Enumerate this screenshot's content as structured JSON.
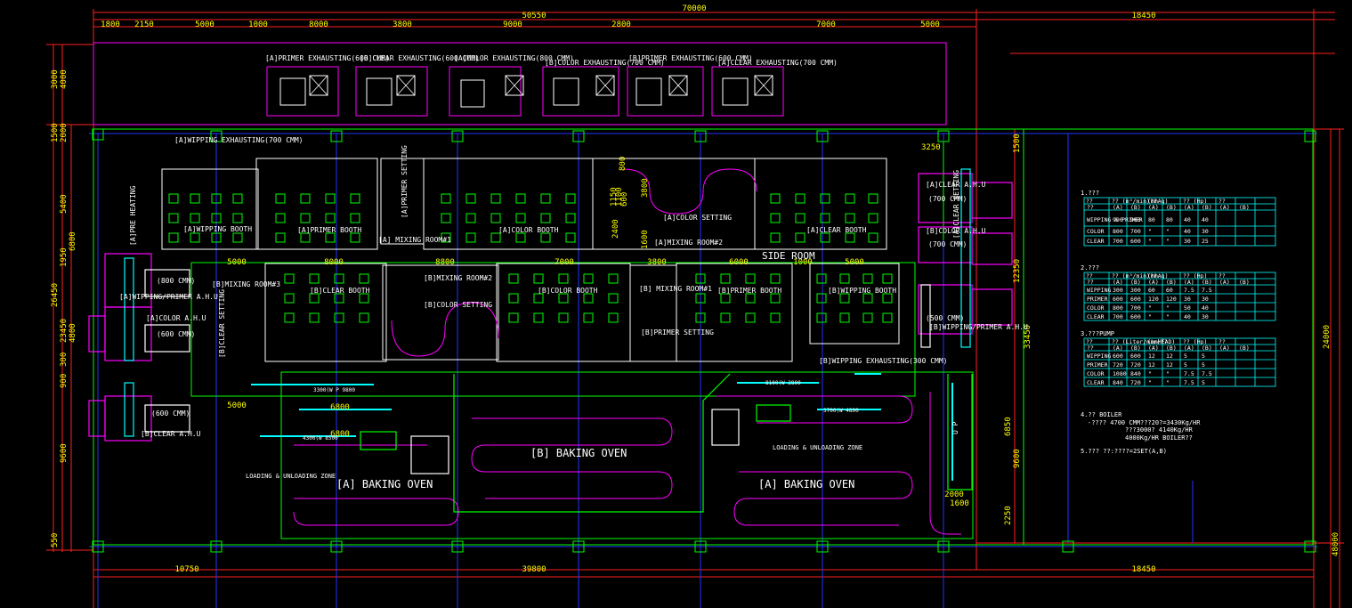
{
  "drawing": {
    "background": "#000000",
    "colors": {
      "red": "#ff2020",
      "yellow": "#ffff00",
      "green": "#00ff00",
      "white": "#ffffff",
      "magenta": "#ff00ff",
      "cyan": "#00ffff",
      "blue": "#2233ff"
    },
    "dims_top_total": "70000",
    "dims_top_sub": "50550",
    "dims_top_right": "18450",
    "dims_top_chain": [
      "1800",
      "2150",
      "5000",
      "1000",
      "8000",
      "3800",
      "9000",
      "2800",
      "7000",
      "5000"
    ],
    "dims_bottom_chain": [
      "10750",
      "39800",
      "18450"
    ],
    "dims_left": [
      "3000",
      "4000",
      "1500",
      "2000",
      "5400",
      "6800",
      "1950",
      "26450",
      "23450",
      "4800",
      "300",
      "900",
      "9600",
      "550"
    ],
    "dims_right": [
      "1500",
      "3250",
      "12350",
      "33450",
      "9600",
      "6850",
      "2250",
      "24000",
      "48000"
    ],
    "dims_interior": [
      "5000",
      "8000",
      "8800",
      "7000",
      "3800",
      "6000",
      "5000",
      "1000",
      "5000",
      "6800",
      "6800",
      "1600",
      "2000",
      "800",
      "1600",
      "1150",
      "1100",
      "600",
      "3800",
      "2400"
    ],
    "exhaust_labels": [
      "[A]PRIMER EXHAUSTING(600 CMM)",
      "[B]CLEAR EXHAUSTING(600 CMM)",
      "[A]COLOR EXHAUSTING(800 CMM)",
      "[B]COLOR EXHAUSTING(700 CMM)",
      "[B]PRIMER EXHAUSTING(600 CMM)",
      "[A]CLEAR EXHAUSTING(700 CMM)"
    ],
    "wiping_exhaust_a": "[A]WIPPING EXHAUSTING(700 CMM)",
    "wiping_exhaust_b": "[B]WIPPING EXHAUSTING(300 CMM)",
    "room_labels": {
      "pre_heating": "[A]PRE HEATING",
      "a_wiping_booth": "[A]WIPPING BOOTH",
      "a_primer_booth": "[A]PRIMER BOOTH",
      "a_primer_setting": "[A]PRIMER SETTING",
      "a_mixing_room1": "[A] MIXING ROOM#1",
      "a_color_booth": "[A]COLOR BOOTH",
      "a_color_setting": "[A]COLOR SETTING",
      "a_mixing_room2": "[A]MIXING ROOM#2",
      "a_clear_booth": "[A]CLEAR BOOTH",
      "side_room": "SIDE ROOM",
      "b_mixing_room3": "[B]MIXING ROOM#3",
      "b_clear_booth": "[B]CLEAR BOOTH",
      "b_mixing_room2": "[B]MIXING ROOM#2",
      "b_color_setting": "[B]COLOR SETTING",
      "b_color_booth": "[B]COLOR BOOTH",
      "b_mixing_room1": "[B] MIXING ROOM#1",
      "b_primer_booth": "[B]PRIMER BOOTH",
      "b_primer_setting": "[B]PRIMER SETTING",
      "b_wiping_booth": "[B]WIPPING BOOTH",
      "b_clear_setting": "[B]CLEAR SETTING",
      "a_clear_setting": "[A]CLEAR SETTING"
    },
    "ahu_labels": {
      "a_wiping_primer_ahu": "[A]WIPPING/PRIMER A.H.U",
      "cmm_800": "(800 CMM)",
      "a_color_ahu": "[A]COLOR A.H.U",
      "cmm_600a": "(600 CMM)",
      "cmm_600b": "(600 CMM)",
      "b_clear_ahu": "[B]CLEAR A.H.U",
      "a_clear_ahu": "[A]CLEAR A.H.U",
      "cmm_700a": "(700 CMM)",
      "b_color_ahu": "[B]COLOR A.H.U",
      "cmm_700b": "(700 CMM)",
      "cmm_500": "(500 CMM)",
      "b_wiping_primer_ahu": "[B]WIPPING/PRIMER A.H.U"
    },
    "oven_labels": {
      "b_baking_oven": "[B] BAKING OVEN",
      "a_baking_oven_left": "[A] BAKING OVEN",
      "a_baking_oven_right": "[A] BAKING OVEN",
      "loading_left": "LOADING & UNLOADING ZONE",
      "loading_right": "LOADING & UNLOADING ZONE",
      "up": "U P"
    },
    "small_texts": [
      "3300(W P 9800",
      "8100(W 2800",
      "4300(W 8500",
      "3700(W 4800"
    ],
    "table1": {
      "title": "1.???",
      "header1": [
        "??",
        "?? (m³/min)??",
        "",
        "(mmAq)",
        "",
        "?? (Hp)",
        "",
        "??",
        ""
      ],
      "header2": [
        "??",
        "(A)",
        "(B)",
        "(A)",
        "(B)",
        "(A)",
        "(B)",
        "(A)",
        "(B)"
      ],
      "rows": [
        [
          "WIPPING & PRIMER",
          "900",
          "900",
          "80",
          "80",
          "40",
          "40",
          "",
          ""
        ],
        [
          "COLOR",
          "800",
          "700",
          "\"",
          "\"",
          "40",
          "30",
          "",
          ""
        ],
        [
          "CLEAR",
          "700",
          "600",
          "\"",
          "\"",
          "30",
          "25",
          "",
          ""
        ]
      ]
    },
    "table2": {
      "title": "2.???",
      "header1": [
        "??",
        "?? (m³/min)??",
        "",
        "(mmAq)",
        "",
        "?? (Hp)",
        "",
        "??",
        ""
      ],
      "header2": [
        "??",
        "(A)",
        "(B)",
        "(A)",
        "(B)",
        "(A)",
        "(B)",
        "(A)",
        "(B)"
      ],
      "rows": [
        [
          "WIPPING",
          "300",
          "300",
          "60",
          "60",
          "7.5",
          "7.5",
          "",
          ""
        ],
        [
          "PRIMER",
          "600",
          "600",
          "120",
          "120",
          "30",
          "30",
          "",
          ""
        ],
        [
          "COLOR",
          "800",
          "700",
          "\"",
          "\"",
          "50",
          "40",
          "",
          ""
        ],
        [
          "CLEAR",
          "700",
          "600",
          "\"",
          "\"",
          "40",
          "30",
          "",
          ""
        ]
      ]
    },
    "table3": {
      "title": "3.???PUMP",
      "header1": [
        "??",
        "?? (Liter/min)??",
        "",
        "(mmHEAD)",
        "",
        "?? (Hp)",
        "",
        "??",
        ""
      ],
      "header2": [
        "??",
        "(A)",
        "(B)",
        "(A)",
        "(B)",
        "(A)",
        "(B)",
        "(A)",
        "(B)"
      ],
      "rows": [
        [
          "WIPPING",
          "600",
          "600",
          "12",
          "12",
          "5",
          "5",
          "",
          ""
        ],
        [
          "PRIMER",
          "720",
          "720",
          "12",
          "12",
          "5",
          "5",
          "",
          ""
        ],
        [
          "COLOR",
          "1080",
          "840",
          "\"",
          "\"",
          "7.5",
          "7.5",
          "",
          ""
        ],
        [
          "CLEAR",
          "840",
          "720",
          "\"",
          "\"",
          "7.5",
          "5",
          "",
          ""
        ]
      ]
    },
    "boiler": {
      "title": "4.?? BOILER",
      "lines": [
        "-????    4700 CMM???20?=3430Kg/HR",
        "???3000?  4140Kg/HR",
        "4000Kg/HR BOILER??"
      ]
    },
    "note5": "5.??? ??:????=2SET(A,B)"
  }
}
